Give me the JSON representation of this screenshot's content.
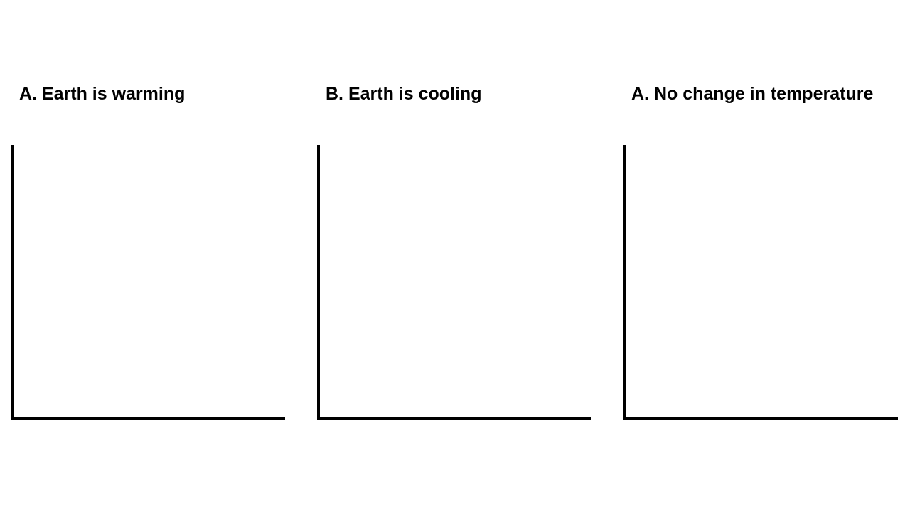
{
  "panels": [
    {
      "title": "A. Earth is warming"
    },
    {
      "title": "B. Earth is cooling"
    },
    {
      "title": "A. No change in temperature"
    }
  ],
  "colors": {
    "axis": "#000000",
    "background": "#ffffff",
    "text": "#000000"
  }
}
